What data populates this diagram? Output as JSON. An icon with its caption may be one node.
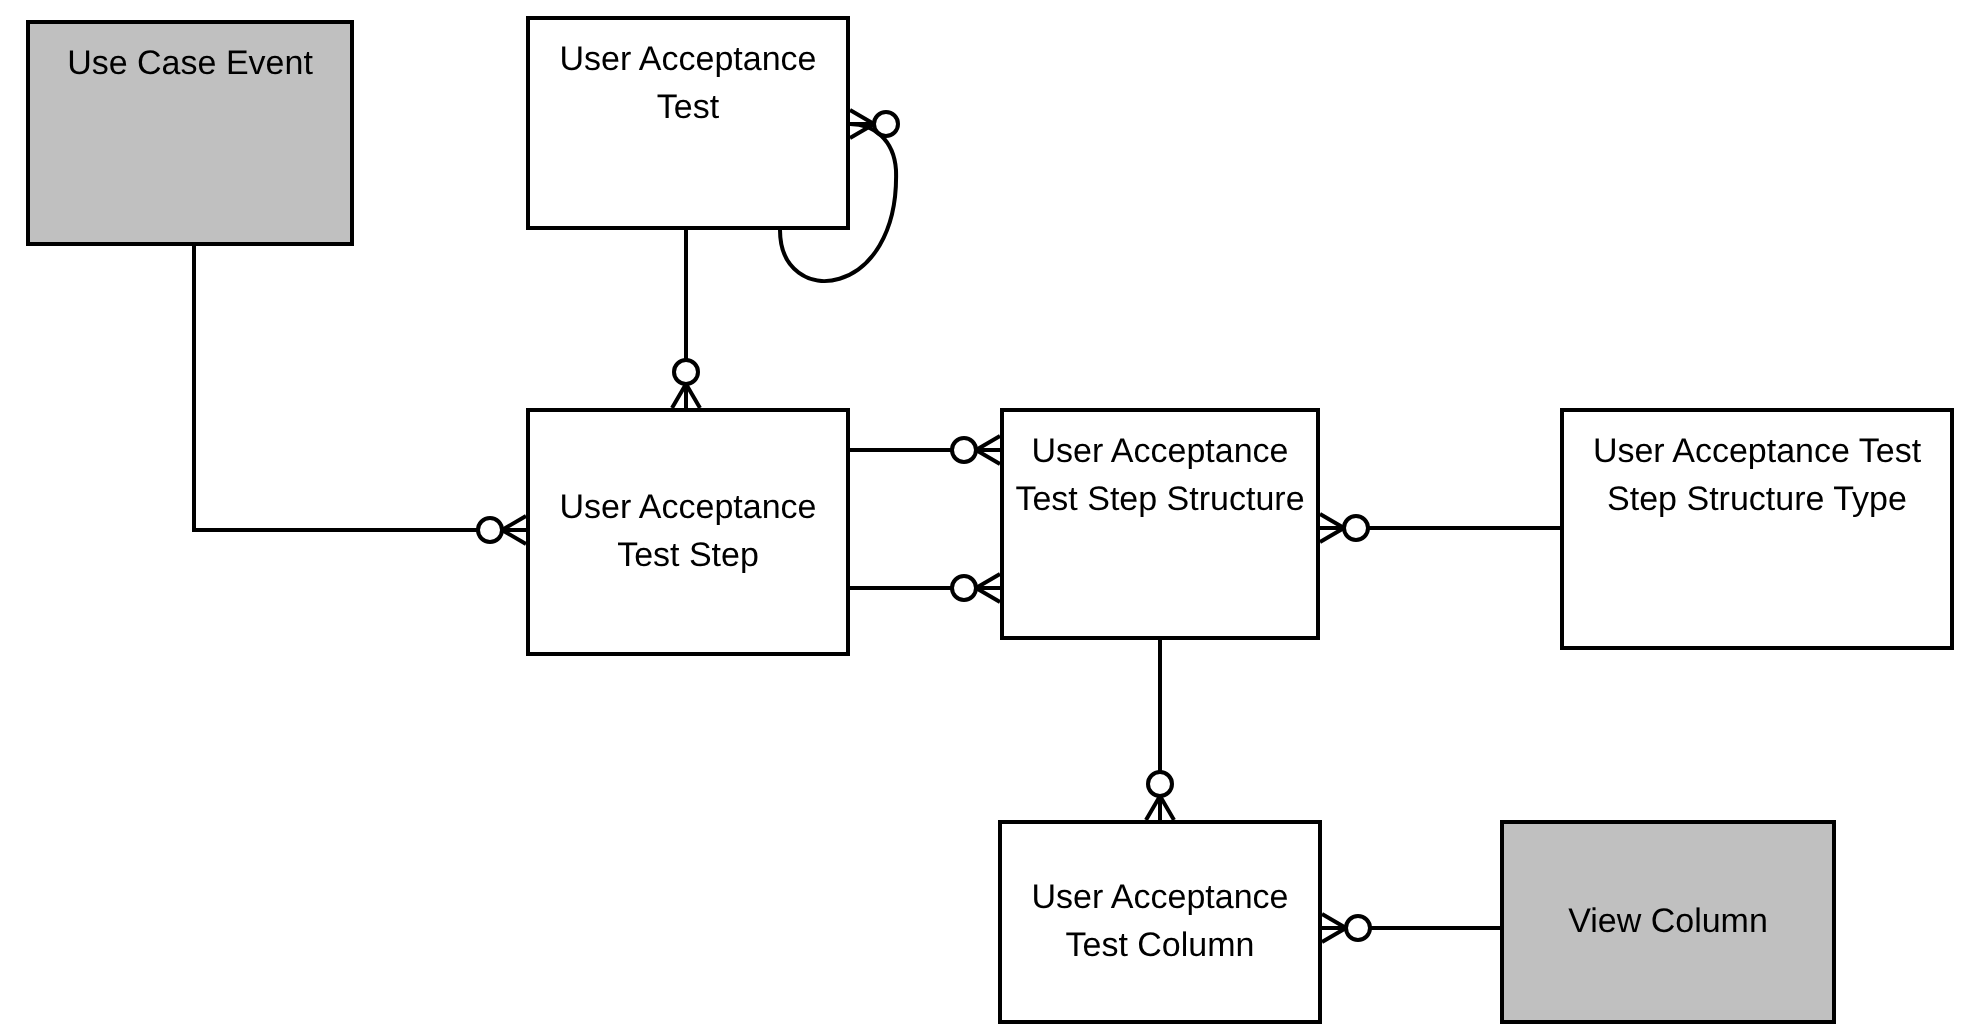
{
  "diagram": {
    "nodes": [
      {
        "text": [
          "Use Case Event"
        ]
      },
      {
        "text": [
          "User Acceptance Test"
        ]
      },
      {
        "text": [
          "User Acceptance Test Step"
        ]
      },
      {
        "text": [
          "User Acceptance Test Step Structure"
        ]
      },
      {
        "text": [
          "User Acceptance Test Step Structure Type"
        ]
      },
      {
        "text": [
          "User Acceptance Test Column"
        ]
      },
      {
        "text": [
          "View Column"
        ]
      }
    ],
    "edges": [
      {
        "from": 0,
        "to": 2,
        "arrow": "other"
      },
      {
        "from": 1,
        "to": 2,
        "arrow": "other"
      },
      {
        "from": 1,
        "to": 1,
        "arrow": "other"
      },
      {
        "from": 2,
        "to": 3,
        "arrow": "other"
      },
      {
        "from": 2,
        "to": 3,
        "arrow": "other"
      },
      {
        "from": 4,
        "to": 3,
        "arrow": "other"
      },
      {
        "from": 3,
        "to": 5,
        "arrow": "other"
      },
      {
        "from": 6,
        "to": 5,
        "arrow": "other"
      }
    ]
  }
}
